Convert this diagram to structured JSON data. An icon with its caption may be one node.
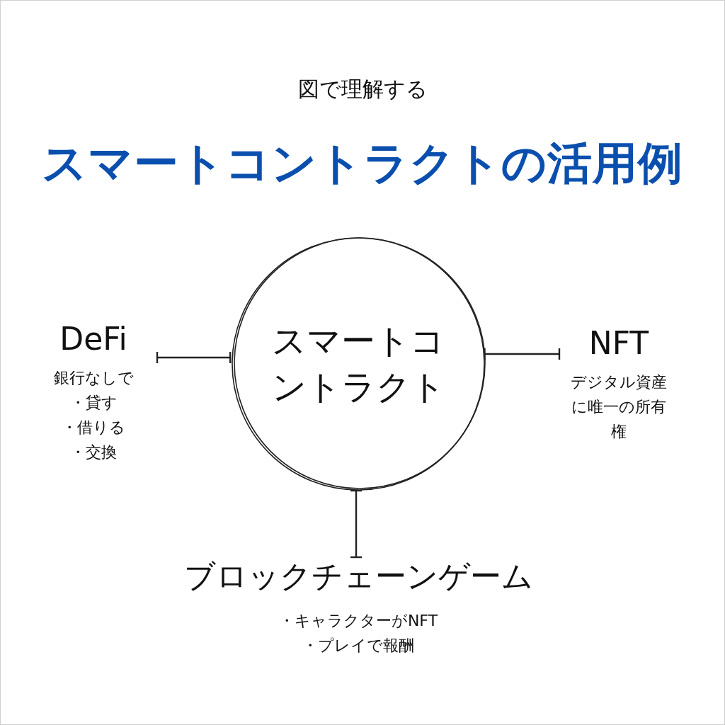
{
  "diagram": {
    "title": "スマートコントラクトの活用例",
    "nodes": [
      {
        "text": [
          "スマートコントラクト"
        ]
      },
      {
        "text": [
          "DeFi",
          "銀行なしで",
          "・貸す",
          "・借りる",
          "・交換"
        ]
      },
      {
        "text": [
          "NFT",
          "デジタル資産に唯一の所有権"
        ]
      },
      {
        "text": [
          "ブロックチェーンゲーム",
          "・キャラクターがNFT",
          "・プレイで報酬"
        ]
      }
    ],
    "edges": [
      {
        "from": 1,
        "to": 0,
        "arrow": "other"
      },
      {
        "from": 0,
        "to": 2,
        "arrow": "other"
      },
      {
        "from": 0,
        "to": 3,
        "arrow": "other"
      }
    ],
    "labels": [
      "図で理解する"
    ]
  }
}
